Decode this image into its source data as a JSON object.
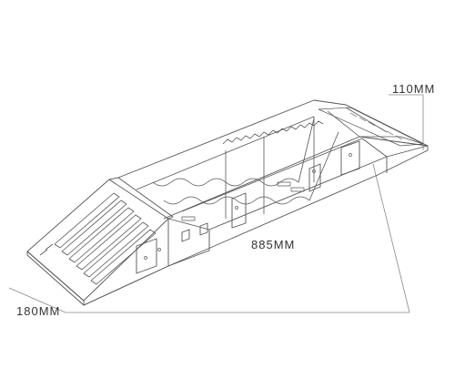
{
  "dimensions": {
    "height": "110MM",
    "length": "885MM",
    "width": "180MM"
  },
  "colors": {
    "line": "#555555",
    "dimension_line": "#888888",
    "watermark": "#cfe6f7"
  }
}
